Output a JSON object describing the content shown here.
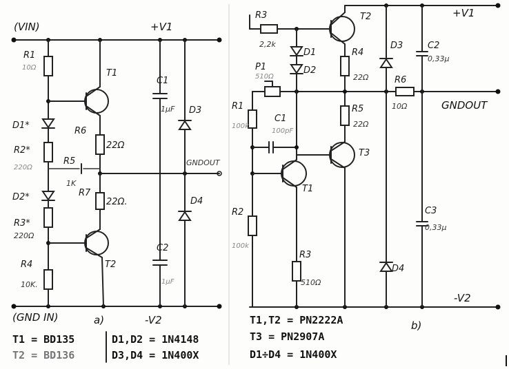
{
  "circuit_a": {
    "labels": {
      "vin": "(VIN)",
      "vplus": "+V1",
      "r1": "R1",
      "r1_val": "10Ω",
      "t1": "T1",
      "c1": "C1",
      "c1_val": "1µF",
      "d3": "D3",
      "d1": "D1*",
      "r6": "R6",
      "r6_val": "22Ω",
      "r2": "R2*",
      "r2_val": "220Ω",
      "r5": "R5",
      "r5_val": "1K",
      "gndout": "GNDOUT",
      "r7": "R7",
      "r7_val": "22Ω.",
      "d2": "D2*",
      "d4": "D4",
      "r3": "R3*",
      "r3_val": "220Ω",
      "c2": "C2",
      "r4": "R4",
      "t2": "T2",
      "c2_val": "1µF",
      "r4_val": "10K.",
      "gndin": "(GND IN)",
      "variant": "a)",
      "vminus": "-V2"
    },
    "bom": [
      "T1 = BD135",
      "T2 = BD136",
      "D1,D2 = 1N4148",
      "D3,D4 = 1N400X"
    ]
  },
  "circuit_b": {
    "labels": {
      "r3_top": "R3",
      "r3_top_val": "2,2k",
      "t2": "T2",
      "vplus": "+V1",
      "d3": "D3",
      "c2": "C2",
      "c2_val": "0,33µ",
      "d1": "D1",
      "d2": "D2",
      "r4": "R4",
      "r4_val": "22Ω",
      "p1": "P1",
      "p1_val": "510Ω",
      "r6": "R6",
      "r6_val": "10Ω",
      "gndout": "GNDOUT",
      "r1": "R1",
      "r1_val": "100k",
      "c1": "C1",
      "c1_val": "100pF",
      "r5": "R5",
      "r5_val": "22Ω",
      "t3": "T3",
      "t1": "T1",
      "c3": "C3",
      "c3_val": "0,33µ",
      "r2": "R2",
      "r2_val": "100k",
      "r3": "R3",
      "r3_val": "510Ω",
      "d4": "D4",
      "vminus": "-V2",
      "variant": "b)"
    },
    "bom": [
      "T1,T2 = PN2222A",
      "T3 = PN2907A",
      "D1÷D4 = 1N400X"
    ]
  }
}
